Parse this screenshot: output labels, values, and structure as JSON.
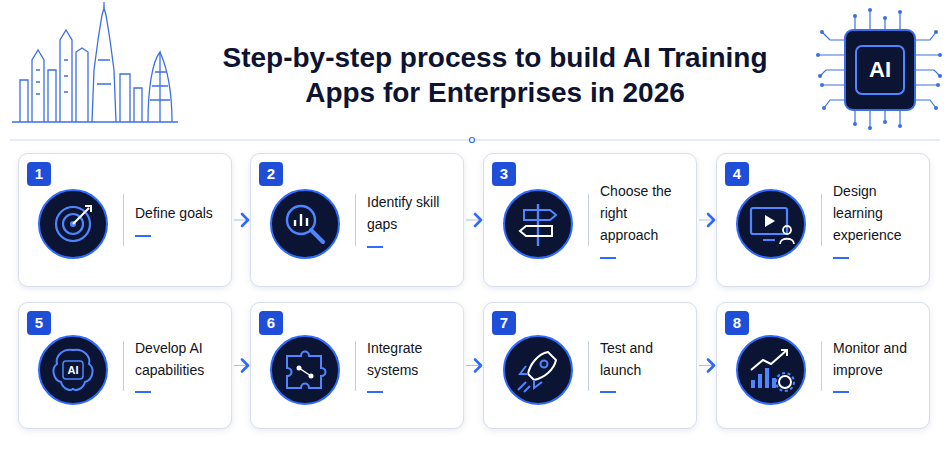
{
  "diagram": {
    "title": "Step-by-step process to build AI Training Apps for Enterprises in 2026",
    "nodes": [
      {
        "text": [
          "1",
          "Define goals"
        ]
      },
      {
        "text": [
          "2",
          "Identify skill gaps"
        ]
      },
      {
        "text": [
          "3",
          "Choose the right approach"
        ]
      },
      {
        "text": [
          "4",
          "Design learning experience"
        ]
      },
      {
        "text": [
          "5",
          "Develop AI capabilities"
        ]
      },
      {
        "text": [
          "6",
          "Integrate systems"
        ]
      },
      {
        "text": [
          "7",
          "Test and launch"
        ]
      },
      {
        "text": [
          "8",
          "Monitor and improve"
        ]
      }
    ],
    "edges": [
      {
        "from": 0,
        "to": 1,
        "arrow": "to"
      },
      {
        "from": 1,
        "to": 2,
        "arrow": "to"
      },
      {
        "from": 2,
        "to": 3,
        "arrow": "to"
      },
      {
        "from": 4,
        "to": 5,
        "arrow": "to"
      },
      {
        "from": 5,
        "to": 6,
        "arrow": "to"
      },
      {
        "from": 6,
        "to": 7,
        "arrow": "to"
      }
    ],
    "labels": [
      "AI",
      "AI"
    ]
  }
}
